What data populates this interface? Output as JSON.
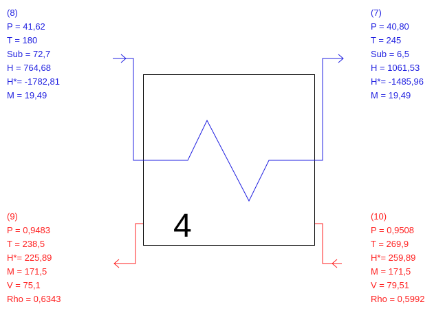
{
  "exchanger": {
    "number": "4",
    "border_color": "#000000"
  },
  "colors": {
    "hot_stream": "#1f1fe0",
    "cold_stream": "#ff1f1f"
  },
  "streams": {
    "s8": {
      "id": "(8)",
      "lines": [
        "P = 41,62",
        "T = 180",
        "Sub = 72,7",
        "H = 764,68",
        "H*= -1782,81",
        "M = 19,49"
      ]
    },
    "s7": {
      "id": "(7)",
      "lines": [
        "P = 40,80",
        "T = 245",
        "Sub = 6,5",
        "H = 1061,53",
        "H*= -1485,96",
        "M = 19,49"
      ]
    },
    "s9": {
      "id": "(9)",
      "lines": [
        "P = 0,9483",
        "T = 238,5",
        "H*= 225,89",
        "M = 171,5",
        "V = 75,1",
        "Rho = 0,6343"
      ]
    },
    "s10": {
      "id": "(10)",
      "lines": [
        "P = 0,9508",
        "T = 269,9",
        "H*= 259,89",
        "M = 171,5",
        "V = 79,51",
        "Rho = 0,5992"
      ]
    }
  }
}
